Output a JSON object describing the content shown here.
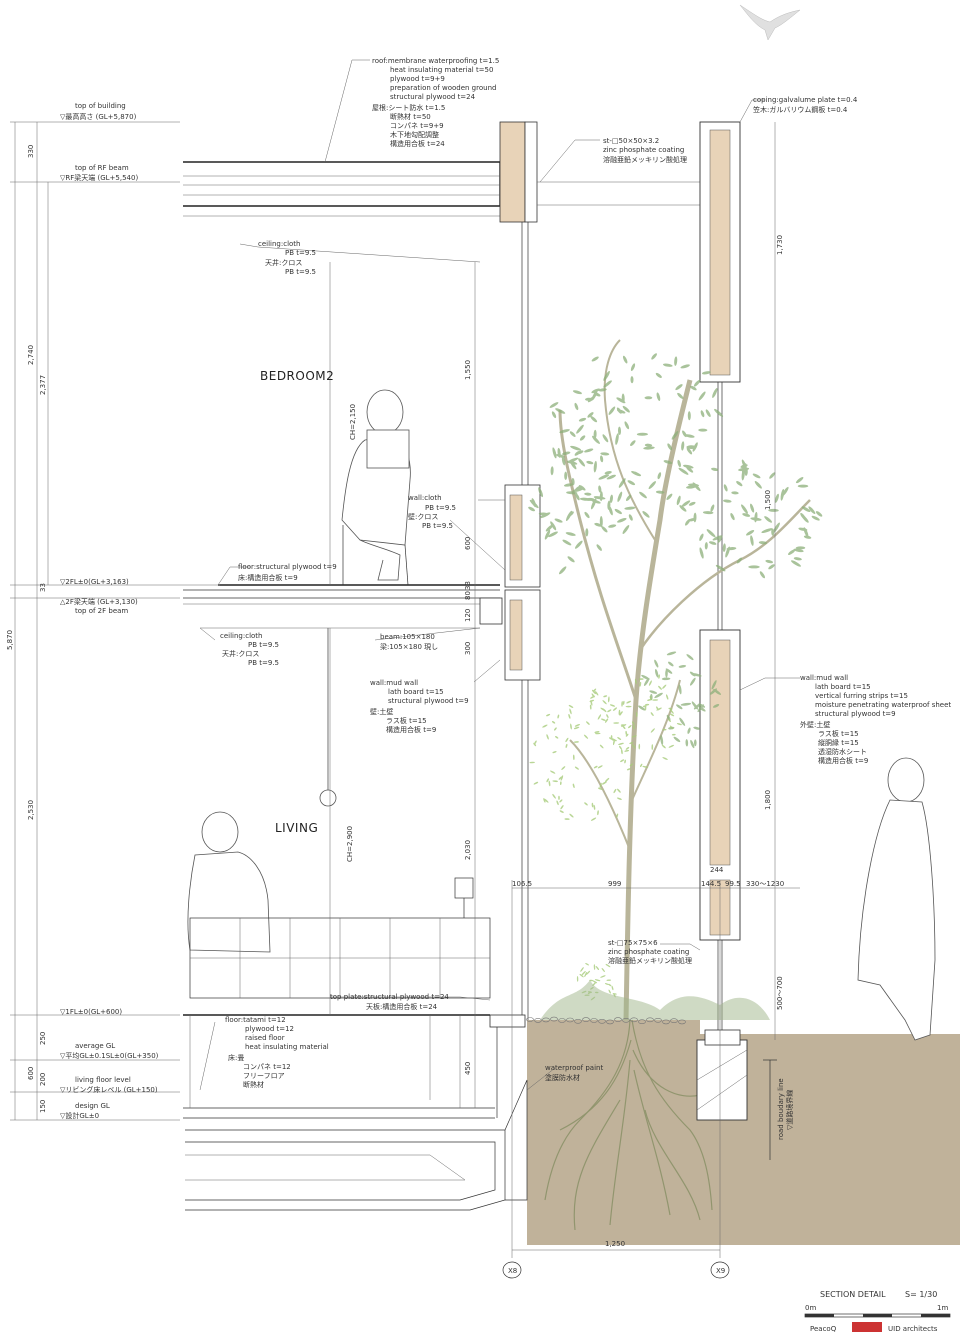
{
  "levels": {
    "top_building": [
      "top of building",
      "▽最高高さ (GL+5,870)"
    ],
    "top_rf": [
      "top of RF beam",
      "▽RF梁天端 (GL+5,540)"
    ],
    "fl2": "▽2FL±0(GL+3,163)",
    "beam2": [
      "△2F梁天端 (GL+3,130)",
      "top of 2F beam"
    ],
    "fl1": "▽1FL±0(GL+600)",
    "avg_gl": [
      "average GL",
      "▽平均GL±0.1SL±0(GL+350)"
    ],
    "living_floor": [
      "living floor level",
      "▽リビング床レベル (GL+150)"
    ],
    "design_gl": [
      "design GL",
      "▽設計GL±0"
    ]
  },
  "dims_left": {
    "d330": "330",
    "d2740": "2,740",
    "d2377": "2,377",
    "d33": "33",
    "d5870": "5,870",
    "d2530": "2,530",
    "d250": "250",
    "d600": "600",
    "d200": "200",
    "d150": "150"
  },
  "dims_mid": {
    "d1550": "1,550",
    "d600": "600",
    "d80": "80",
    "d33": "33",
    "d120": "120",
    "d300": "300",
    "d2030": "2,030",
    "d450": "450",
    "ch2150": "CH=2,150",
    "ch2900": "CH=2,900"
  },
  "dims_right": {
    "d1730": "1,730",
    "d1500": "1,500",
    "d1800": "1,800",
    "d500_700": "500～700",
    "d244": "244",
    "h1065": "106.5",
    "h999": "999",
    "h1445": "144.5",
    "h995": "99.5",
    "h330_1230": "330～1230",
    "d1250": "1,250"
  },
  "rooms": {
    "bedroom": "BEDROOM2",
    "living": "LIVING"
  },
  "notes": {
    "roof": [
      "roof:membrane waterproofing t=1.5",
      "heat insulating material t=50",
      "plywood t=9+9",
      "preparation of wooden ground",
      "structural plywood t=24",
      "屋根:シート防水 t=1.5",
      "断熱材 t=50",
      "コンパネ t=9+9",
      "木下地勾配調整",
      "構造用合板 t=24"
    ],
    "coping": [
      "coping:galvalume plate t=0.4",
      "笠木:ガルバリウム鋼板 t=0.4"
    ],
    "st1": [
      "st-□50×50×3.2",
      "zinc phosphate coating",
      "溶融亜鉛メッキリン酸処理"
    ],
    "ceiling1": [
      "ceiling:cloth",
      "PB t=9.5",
      "天井:クロス",
      "PB t=9.5"
    ],
    "wall_cloth": [
      "wall:cloth",
      "PB t=9.5",
      "壁:クロス",
      "PB t=9.5"
    ],
    "floor2": [
      "floor:structural plywood t=9",
      "床:構造用合板 t=9"
    ],
    "ceiling2": [
      "ceiling:cloth",
      "PB t=9.5",
      "天井:クロス",
      "PB t=9.5"
    ],
    "beam": [
      "beam:105×180",
      "梁:105×180 現し"
    ],
    "mudwall_in": [
      "wall:mud wall",
      "lath board t=15",
      "structural plywood t=9",
      "壁:土壁",
      "ラス板 t=15",
      "構造用合板 t=9"
    ],
    "mudwall_out": [
      "wall:mud wall",
      "lath board t=15",
      "vertical furring strips t=15",
      "moisture penetrating waterproof sheet",
      "structural plywood t=9",
      "外壁:土壁",
      "ラス板 t=15",
      "縦胴縁 t=15",
      "透湿防水シート",
      "構造用合板 t=9"
    ],
    "topplate": [
      "top plate:structural plywood t=24",
      "天板:構造用合板 t=24"
    ],
    "floor1": [
      "floor:tatami t=12",
      "plywood t=12",
      "raised floor",
      "heat insulating material",
      "床:畳",
      "コンパネ t=12",
      "フリーフロア",
      "断熱材"
    ],
    "st2": [
      "st-□75×75×6",
      "zinc phosphate coating",
      "溶融亜鉛メッキリン酸処理"
    ],
    "waterproof": [
      "waterproof paint",
      "塗膜防水材"
    ],
    "road": [
      "road boudary line",
      "▽道路境界線"
    ]
  },
  "grid": {
    "x8": "X8",
    "x9": "X9"
  },
  "footer": {
    "title": "SECTION DETAIL",
    "scale": "S= 1/30",
    "s0": "0m",
    "s1": "1m",
    "firm1": "PeacoQ",
    "firm2": "UID architects"
  },
  "colors": {
    "soil": "#b5a588",
    "foliage": "#8db07a",
    "foliage_light": "#a8cc7c",
    "trunk": "#b9b59a",
    "insulation": "#e8d3b8",
    "line": "#333333"
  }
}
